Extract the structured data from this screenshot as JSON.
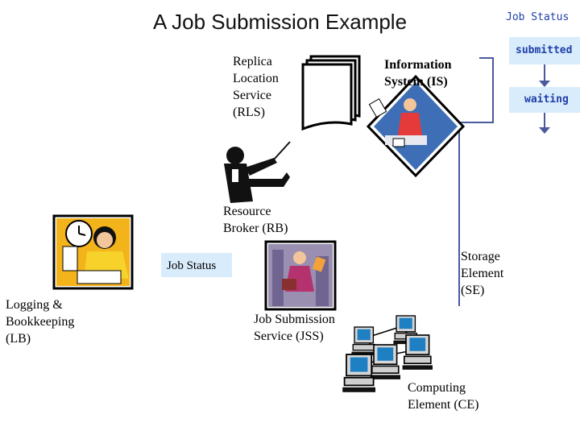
{
  "title": "A Job Submission Example",
  "status_panel": {
    "heading": "Job Status",
    "states": [
      "submitted",
      "waiting"
    ]
  },
  "components": {
    "rls": "Replica\nLocation\nService\n(RLS)",
    "is": "Information\nSystem (IS)",
    "rb": "Resource\nBroker (RB)",
    "se": "Storage\nElement\n(SE)",
    "jss": "Job Submission\nService (JSS)",
    "lb": "Logging &\nBookkeeping\n(LB)",
    "ce": "Computing\nElement (CE)"
  },
  "job_status_box": "Job Status",
  "colors": {
    "status_blue": "#1f3fa8",
    "status_box_fill": "#d9ecfb",
    "flow_line": "#4a5a9c",
    "monitor_screen": "#1e7fc3",
    "person_top": "#e53a3a",
    "person_yellow": "#f3b31b"
  }
}
